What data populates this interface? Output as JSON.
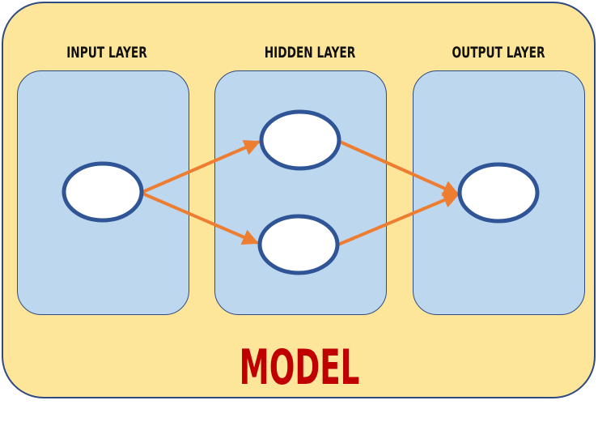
{
  "diagram": {
    "layers": [
      {
        "title": "INPUT LAYER"
      },
      {
        "title": "HIDDEN LAYER"
      },
      {
        "title": "OUTPUT LAYER"
      }
    ],
    "label": "MODEL"
  },
  "colors": {
    "model_background": "#fde59a",
    "panel_background": "#bdd7ee",
    "border": "#2f4a80",
    "node_fill": "#ffffff",
    "node_stroke": "#2f5597",
    "arrow": "#ed7d31",
    "label_text": "#c00000"
  }
}
